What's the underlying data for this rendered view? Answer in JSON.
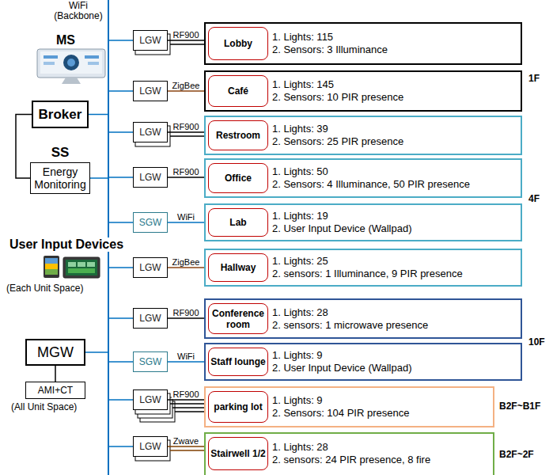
{
  "diagram": {
    "nodes": [
      {
        "text": [
          "Broker"
        ]
      },
      {
        "text": [
          "SS",
          "Energy Monitoring"
        ]
      },
      {
        "text": [
          "MGW"
        ]
      },
      {
        "text": [
          "AMI+CT"
        ]
      },
      {
        "text": [
          "LGW"
        ]
      },
      {
        "text": [
          "1. Lights: 115",
          "2. Sensors: 3 Illuminance"
        ]
      },
      {
        "text": [
          "Lobby"
        ],
        "in": 5
      },
      {
        "text": [
          "LGW"
        ]
      },
      {
        "text": [
          "1. Lights: 145",
          "2. Sensors: 10 PIR presence"
        ]
      },
      {
        "text": [
          "Café"
        ],
        "in": 8
      },
      {
        "text": [
          "LGW"
        ]
      },
      {
        "text": [
          "1. Lights: 39",
          "2. Sensors: 25 PIR presence"
        ]
      },
      {
        "text": [
          "Restroom"
        ],
        "in": 11
      },
      {
        "text": [
          "LGW"
        ]
      },
      {
        "text": [
          "1. Lights: 50",
          "2. Sensors: 4 Illuminance, 50 PIR presence"
        ]
      },
      {
        "text": [
          "Office"
        ],
        "in": 14
      },
      {
        "text": [
          "SGW"
        ]
      },
      {
        "text": [
          "1. Lights: 19",
          "2. User Input Device (Wallpad)"
        ]
      },
      {
        "text": [
          "Lab"
        ],
        "in": 17
      },
      {
        "text": [
          "LGW"
        ]
      },
      {
        "text": [
          "1. Lights: 25",
          "2. sensors: 1 Illuminance, 9 PIR presence"
        ]
      },
      {
        "text": [
          "Hallway"
        ],
        "in": 20
      },
      {
        "text": [
          "LGW"
        ]
      },
      {
        "text": [
          "1. Lights: 28",
          "2. sensors: 1 microwave presence"
        ]
      },
      {
        "text": [
          "Conference room"
        ],
        "in": 23
      },
      {
        "text": [
          "SGW"
        ]
      },
      {
        "text": [
          "1. Lights: 9",
          "2. User Input Device (Wallpad)"
        ]
      },
      {
        "text": [
          "Staff lounge"
        ],
        "in": 26
      },
      {
        "text": [
          "LGW"
        ]
      },
      {
        "text": [
          "1. Lights: 9",
          "2. Sensors: 104 PIR presence"
        ]
      },
      {
        "text": [
          "parking lot"
        ],
        "in": 29
      },
      {
        "text": [
          "LGW"
        ]
      },
      {
        "text": [
          "1. Lights: 28",
          "2. sensors: 24 PIR presence, 8 fire"
        ]
      },
      {
        "text": [
          "Stairwell 1/2"
        ],
        "in": 32
      }
    ],
    "edges": [
      {
        "from": 0,
        "to": 1,
        "arrow": "none"
      },
      {
        "from": 2,
        "to": 3,
        "arrow": "none"
      },
      {
        "from": 4,
        "to": 5,
        "label": "RF900",
        "arrow": "none"
      },
      {
        "from": 7,
        "to": 8,
        "label": "ZigBee",
        "arrow": "none"
      },
      {
        "from": 10,
        "to": 11,
        "label": "RF900",
        "arrow": "none"
      },
      {
        "from": 13,
        "to": 14,
        "label": "RF900",
        "arrow": "none"
      },
      {
        "from": 16,
        "to": 17,
        "label": "WiFi",
        "arrow": "none"
      },
      {
        "from": 19,
        "to": 20,
        "label": "ZigBee",
        "arrow": "none"
      },
      {
        "from": 22,
        "to": 23,
        "label": "RF900",
        "arrow": "none"
      },
      {
        "from": 25,
        "to": 26,
        "label": "WiFi",
        "arrow": "none"
      },
      {
        "from": 28,
        "to": 29,
        "label": "RF900",
        "arrow": "none"
      },
      {
        "from": 31,
        "to": 32,
        "label": "Zwave",
        "arrow": "none"
      }
    ],
    "labels": [
      "WiFi (Backbone)",
      "MS",
      "User Input Devices",
      "(Each Unit Space)",
      "(All Unit Space)",
      "1F",
      "4F",
      "10F",
      "B2F~B1F",
      "B2F~2F"
    ]
  }
}
